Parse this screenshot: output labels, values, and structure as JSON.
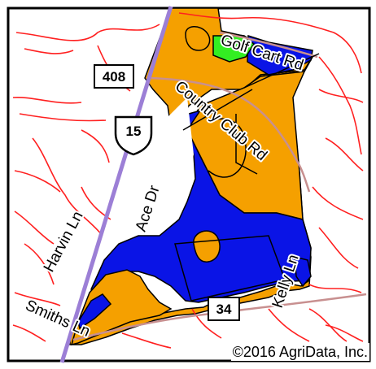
{
  "map": {
    "roads": {
      "golf_cart": "Golf Cart Rd",
      "country_club": "Country Club Rd",
      "harvin": "Harvin Ln",
      "ace": "Ace Dr",
      "kelly": "Kelly Ln",
      "smiths": "Smiths Ln"
    },
    "shields": {
      "route_408": "408",
      "us_15": "15",
      "route_34": "34"
    },
    "copyright": "©2016 AgriData, Inc.",
    "colors": {
      "soil_orange": "#F5A000",
      "soil_blue": "#0A14E6",
      "soil_green": "#33EE22",
      "roads": "#FF2020",
      "highway": "#9C7FD6",
      "minor_road": "#C89090",
      "frame": "#000000"
    }
  }
}
